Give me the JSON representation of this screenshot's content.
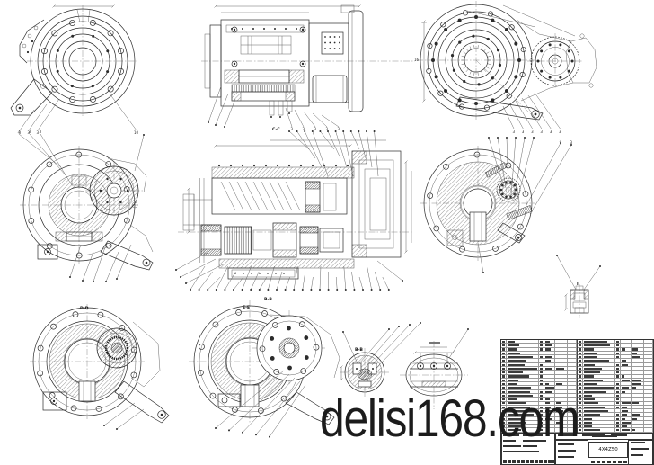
{
  "watermark": {
    "text": "delisi168.com",
    "color": "#1c1c1c"
  },
  "drawing": {
    "section_labels": {
      "v5_top": "C-C",
      "v5_bottom": "B-B",
      "v8": "D-D",
      "v9": "E-E",
      "v10": "B-B",
      "v7": "I"
    },
    "callouts": {
      "v1_bottom": [
        "3",
        "3",
        "3"
      ],
      "v1_right": "10",
      "v2_bottom": [
        "3",
        "3",
        "3",
        "3",
        "3"
      ],
      "v3_bottom": [
        "3",
        "3",
        "3",
        "3",
        "3",
        "3"
      ],
      "v3_dim": "16",
      "v4_top": [
        "3",
        "3",
        "3"
      ],
      "v6_right": [
        "3",
        "3"
      ]
    }
  },
  "bom_table": {
    "visible_rows": 24,
    "banks": 2,
    "title_block": {
      "drawing_no": "4X4Z50"
    }
  }
}
